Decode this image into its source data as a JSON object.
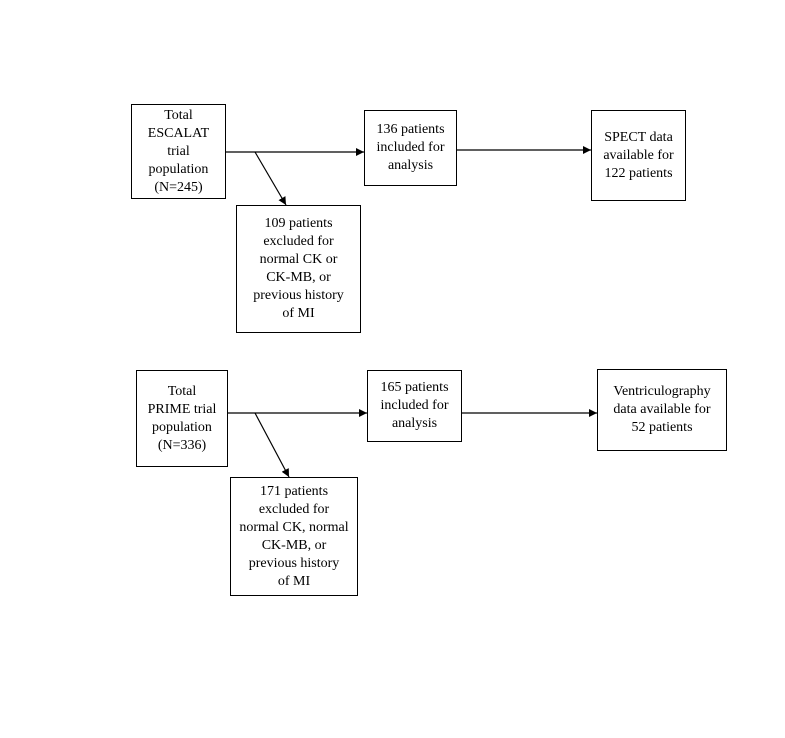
{
  "escalat": {
    "total": "Total\nESCALAT\ntrial\npopulation\n(N=245)",
    "included": "136 patients\nincluded for\nanalysis",
    "available": "SPECT data\navailable for\n122 patients",
    "excluded": "109 patients\nexcluded for\nnormal CK or\nCK-MB, or\nprevious history\nof MI"
  },
  "prime": {
    "total": "Total\nPRIME trial\npopulation\n(N=336)",
    "included": "165 patients\nincluded for\nanalysis",
    "available": "Ventriculography\ndata available for\n52 patients",
    "excluded": "171 patients\nexcluded for\nnormal CK, normal\nCK-MB, or\nprevious history\nof MI"
  }
}
